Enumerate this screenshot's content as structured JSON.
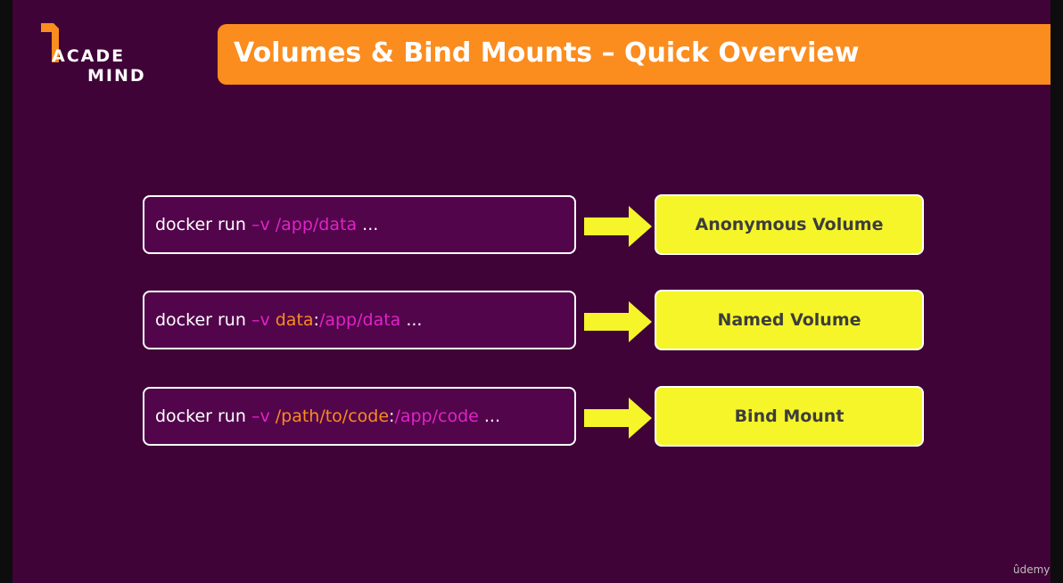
{
  "logo": {
    "line1": "ACADE",
    "line2": "MIND",
    "mark_color": "#fb8c1e"
  },
  "title": "Volumes & Bind Mounts – Quick Overview",
  "colors": {
    "background": "#3f0337",
    "title_bar": "#fb8c1e",
    "command_flag": "#e023c6",
    "command_name": "#fb8c1e",
    "result_box": "#f5f52a",
    "arrow": "#f5f52a"
  },
  "rows": [
    {
      "cmd_prefix": "docker run ",
      "flag": "–v ",
      "name": "",
      "sep": "",
      "path": "/app/data",
      "suffix": " ...",
      "result": "Anonymous Volume"
    },
    {
      "cmd_prefix": "docker run ",
      "flag": "–v ",
      "name": "data",
      "sep": ":",
      "path": "/app/data",
      "suffix": " ...",
      "result": "Named Volume"
    },
    {
      "cmd_prefix": "docker run ",
      "flag": "–v ",
      "name": "/path/to/code",
      "sep": ":",
      "path": "/app/code",
      "suffix": " ...",
      "result": "Bind Mount"
    }
  ],
  "watermark": "ûdemy"
}
